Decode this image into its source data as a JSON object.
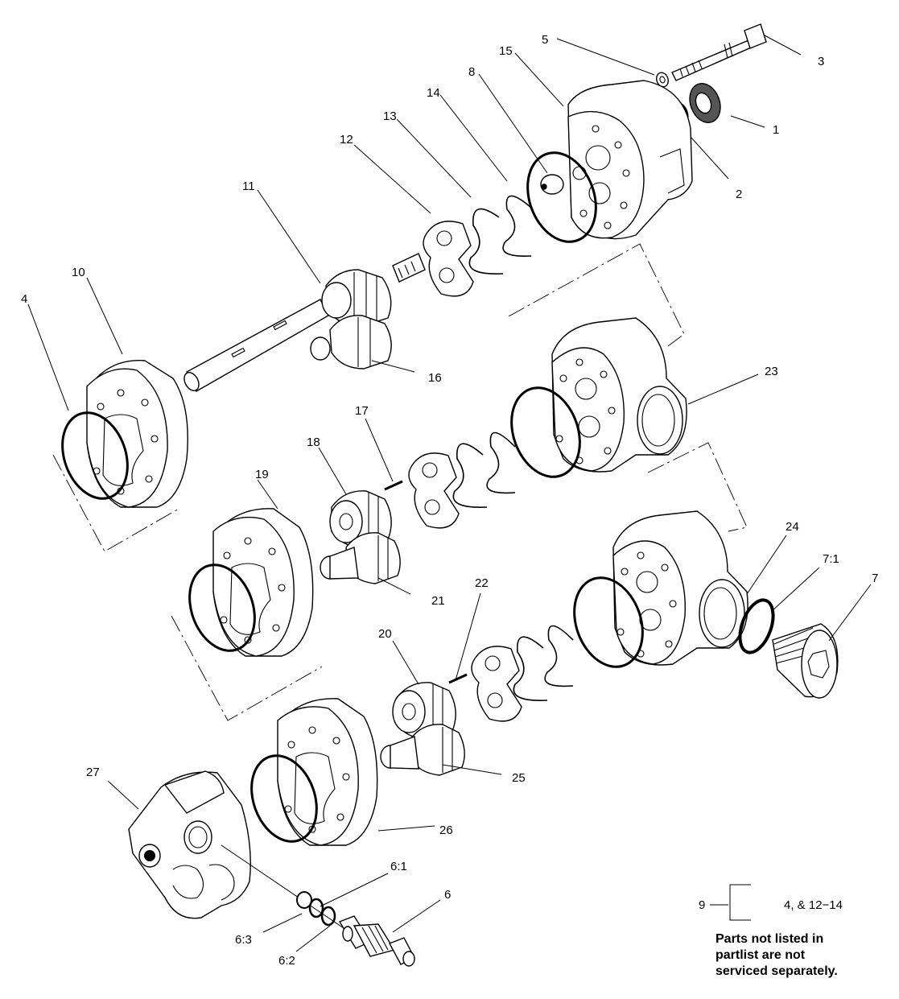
{
  "callouts": {
    "c1": "1",
    "c2": "2",
    "c3": "3",
    "c4": "4",
    "c5": "5",
    "c6": "6",
    "c6_1": "6:1",
    "c6_2": "6:2",
    "c6_3": "6:3",
    "c7": "7",
    "c7_1": "7:1",
    "c8": "8",
    "c10": "10",
    "c11": "11",
    "c12": "12",
    "c13": "13",
    "c14": "14",
    "c15": "15",
    "c16": "16",
    "c17": "17",
    "c18": "18",
    "c19": "19",
    "c20": "20",
    "c21": "21",
    "c22": "22",
    "c23": "23",
    "c24": "24",
    "c25": "25",
    "c26": "26",
    "c27": "27"
  },
  "kit": {
    "number": "9",
    "contents": "4, & 12−14"
  },
  "note": {
    "line1": "Parts not listed in",
    "line2": "partlist are not",
    "line3": "serviced separately."
  }
}
